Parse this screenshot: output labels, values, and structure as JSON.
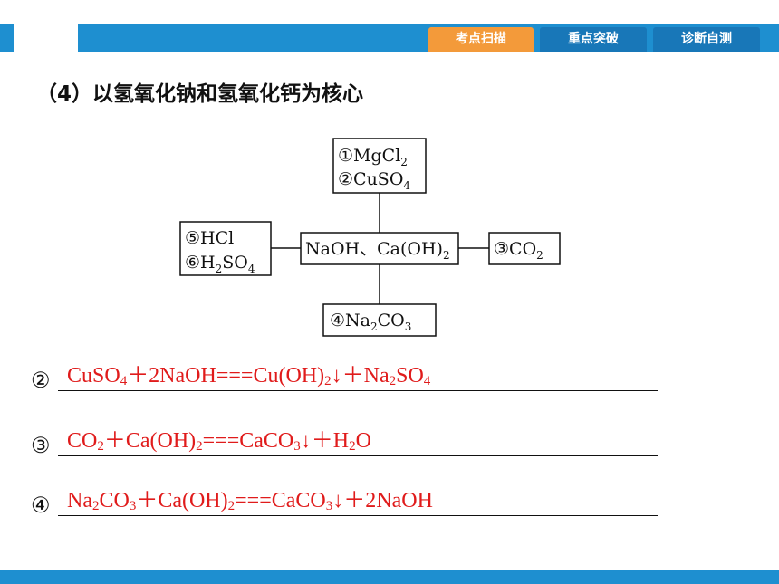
{
  "tabs": [
    {
      "label": "考点扫描"
    },
    {
      "label": "重点突破"
    },
    {
      "label": "诊断自测"
    }
  ],
  "heading": "（4）以氢氧化钠和氢氧化钙为核心",
  "diagram": {
    "top": {
      "line1_main": "①MgCl",
      "line1_sub": "2",
      "line2_main": "②CuSO",
      "line2_sub": "4"
    },
    "left": {
      "line1": "⑤HCl",
      "line2_a": "⑥H",
      "line2_sub1": "2",
      "line2_b": "SO",
      "line2_sub2": "4"
    },
    "center": {
      "main": "NaOH、Ca(OH)",
      "sub": "2"
    },
    "right": {
      "main": "③CO",
      "sub": "2"
    },
    "bottom": {
      "a": "④Na",
      "sub1": "2",
      "b": "CO",
      "sub2": "3"
    }
  },
  "answers": [
    {
      "num": "②",
      "parts": [
        "CuSO",
        "4",
        "＋2NaOH===Cu(OH)",
        "2",
        "↓＋Na",
        "2",
        "SO",
        "4"
      ]
    },
    {
      "num": "③",
      "parts": [
        "CO",
        "2",
        "＋Ca(OH)",
        "2",
        "===CaCO",
        "3",
        "↓＋H",
        "2",
        "O"
      ]
    },
    {
      "num": "④",
      "parts": [
        "Na",
        "2",
        "CO",
        "3",
        "＋Ca(OH)",
        "2",
        "===CaCO",
        "3",
        "↓＋2NaOH"
      ]
    }
  ],
  "colors": {
    "accent_blue": "#1e8fd0",
    "active_tab": "#f39a3a",
    "answer_red": "#e01b1b"
  }
}
